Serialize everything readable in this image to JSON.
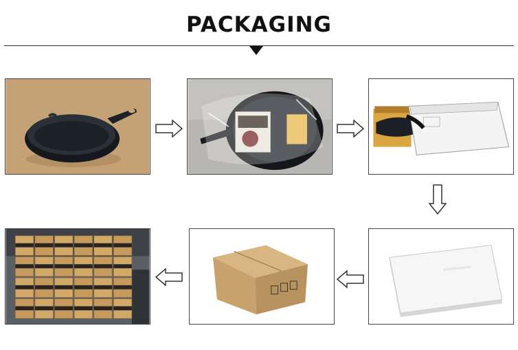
{
  "header": {
    "title": "PACKAGING"
  },
  "steps": [
    {
      "id": "cast-iron-skillet"
    },
    {
      "id": "skillet-in-plastic-wrap"
    },
    {
      "id": "skillet-into-white-box"
    },
    {
      "id": "sealed-white-box"
    },
    {
      "id": "cardboard-carton"
    },
    {
      "id": "stacked-cartons-pallet"
    }
  ],
  "icons": [
    "arrow-right-icon",
    "arrow-down-icon",
    "arrow-left-icon"
  ],
  "colors": {
    "title": "#111111",
    "cardboard": "#c9a97c",
    "pan": "#1d2126",
    "white_box": "#f3f3f3"
  }
}
